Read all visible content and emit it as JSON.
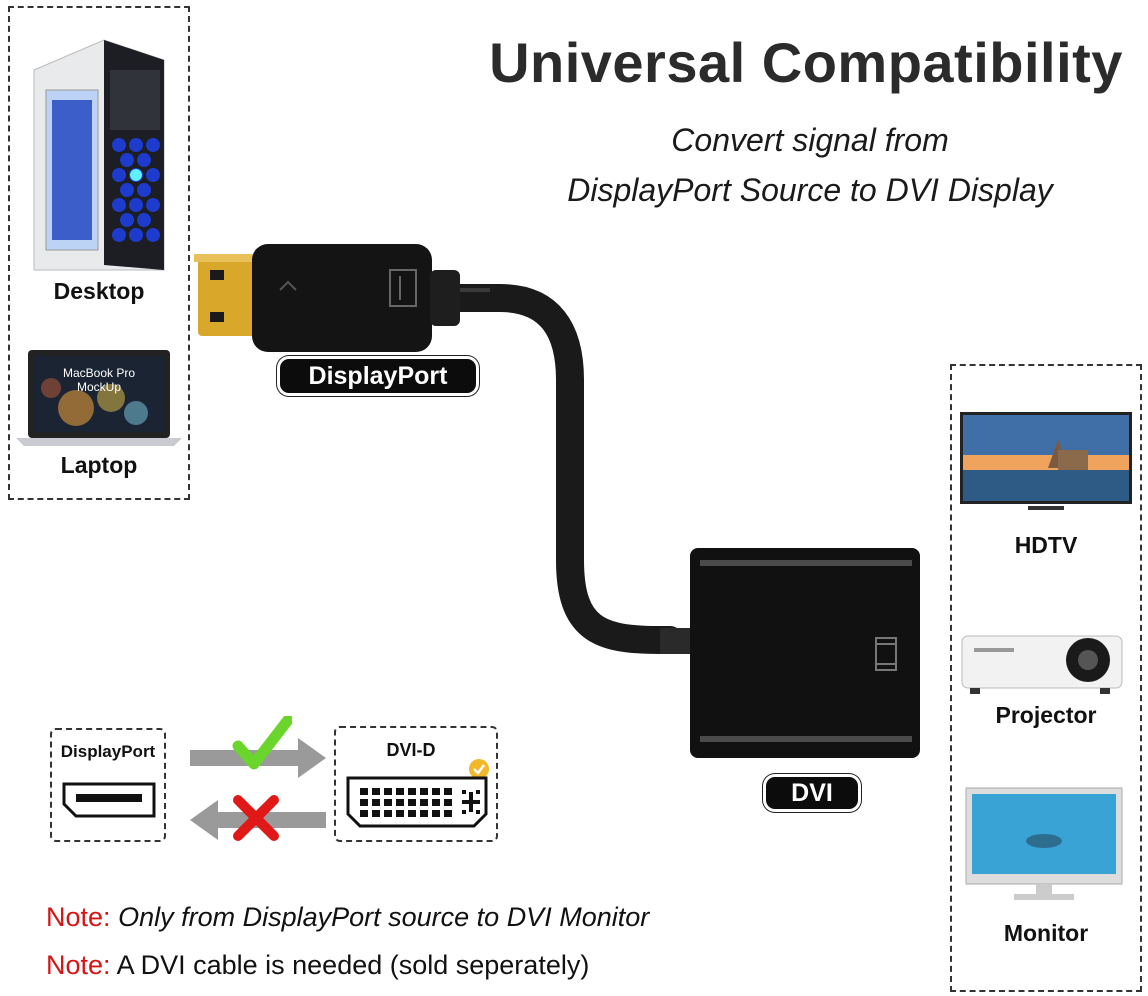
{
  "header": {
    "title": "Universal Compatibility",
    "subtitle_line1": "Convert signal from",
    "subtitle_line2": "DisplayPort Source to DVI Display"
  },
  "sources": {
    "items": [
      {
        "label": "Desktop",
        "icon": "desktop-tower-icon"
      },
      {
        "label": "Laptop",
        "icon": "laptop-icon",
        "screen_text_line1": "MacBook Pro",
        "screen_text_line2": "MockUp"
      }
    ]
  },
  "adapter": {
    "input_label": "DisplayPort",
    "output_label": "DVI"
  },
  "displays": {
    "items": [
      {
        "label": "HDTV",
        "icon": "tv-icon"
      },
      {
        "label": "Projector",
        "icon": "projector-icon"
      },
      {
        "label": "Monitor",
        "icon": "monitor-icon"
      }
    ]
  },
  "direction": {
    "from_label": "DisplayPort",
    "to_label": "DVI-D",
    "forward": "check-icon",
    "reverse": "cross-icon"
  },
  "notes": [
    {
      "prefix": "Note:",
      "text": "Only from DisplayPort source to DVI Monitor",
      "italic": true
    },
    {
      "prefix": "Note:",
      "text": "A DVI cable is needed (sold seperately)",
      "italic": false
    }
  ],
  "colors": {
    "note_prefix": "#d61414",
    "check": "#6ad62b",
    "cross": "#e01818",
    "gold_connector": "#d9a82a"
  }
}
